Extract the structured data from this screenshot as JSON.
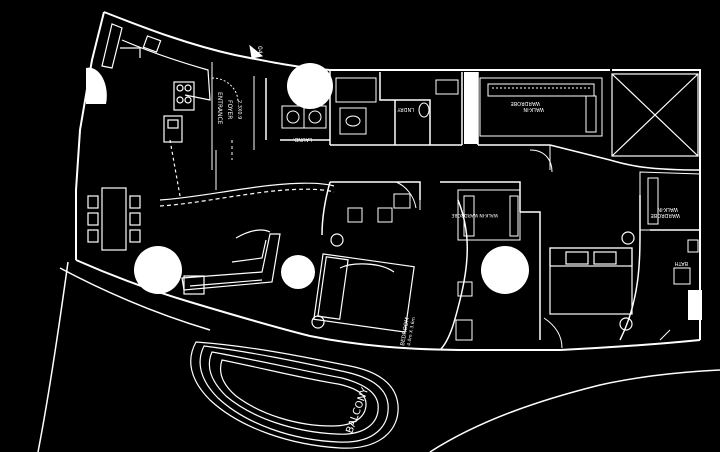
{
  "colors": {
    "background": "#000000",
    "line": "#ffffff",
    "fixture_fill": "#ffffff"
  },
  "labels": {
    "entrance": "ENTRANCE",
    "foyer": "FOYER",
    "foyer_dim": "2.3X0.9",
    "laundry": "LNDRY",
    "laundry_short": "LAUND.",
    "walkin_1a": "WALK-IN",
    "walkin_1b": "WARDROBE",
    "walkin_2": "WALK-IN WARDROBE",
    "walkin_3a": "WALK-IN",
    "walkin_3b": "WARDROBE",
    "bedroom": "BEDROOM",
    "bedroom_dim": "4.0m X 3.6m",
    "bath": "BATH",
    "balcony": "BALCONY",
    "unit_no": "04"
  }
}
